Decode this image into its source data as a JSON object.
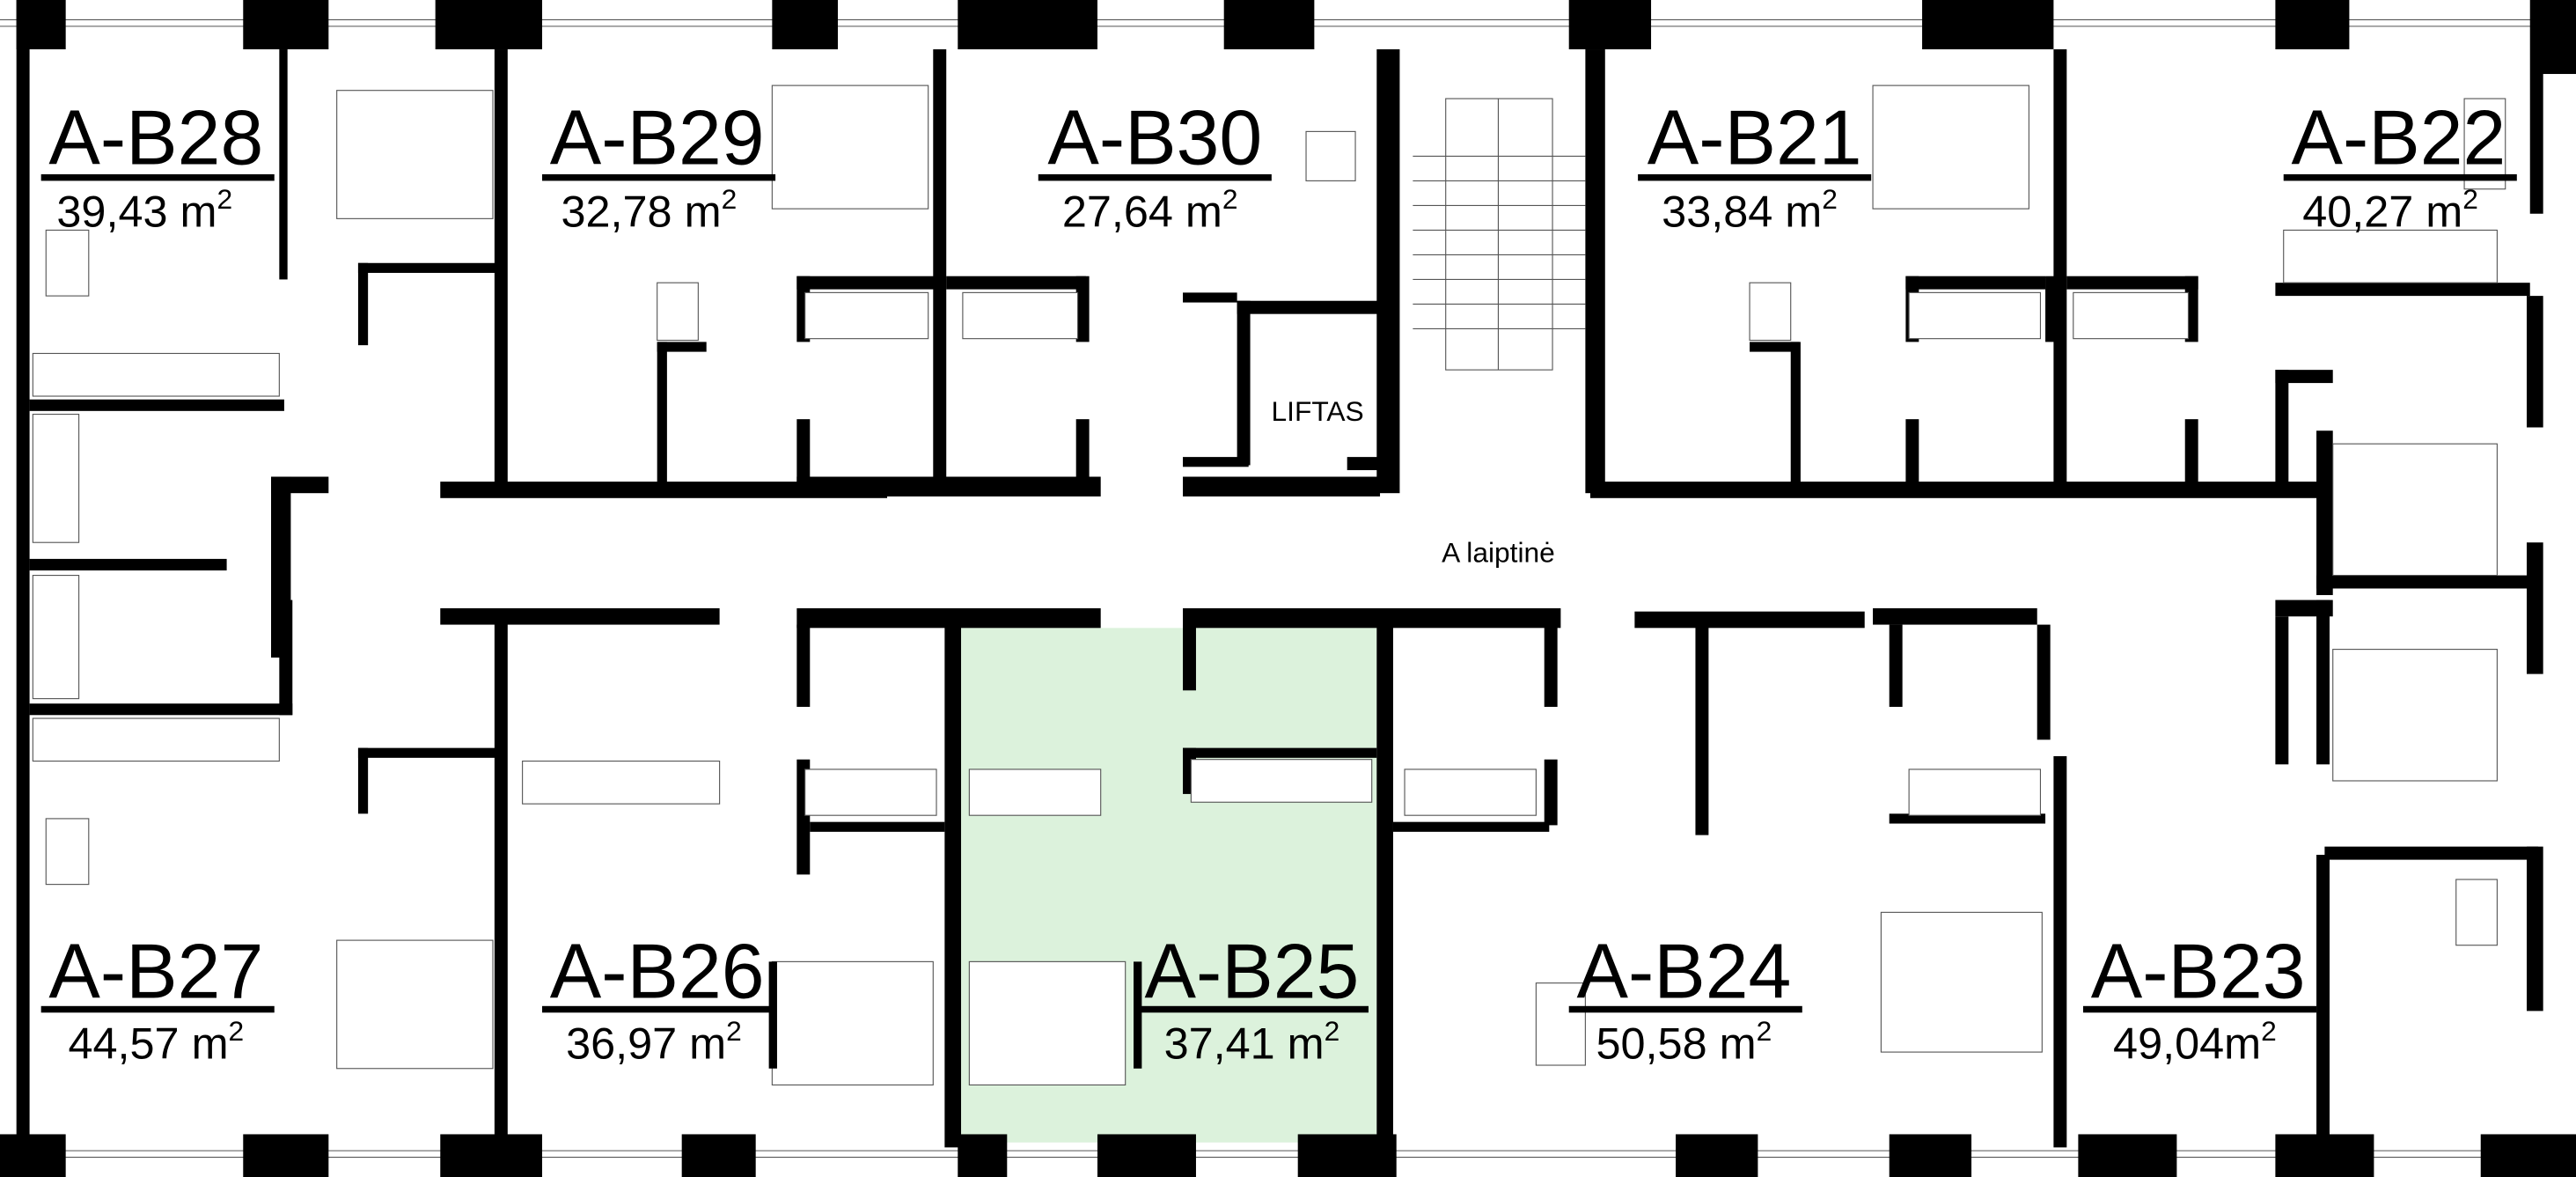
{
  "plan": {
    "highlight_color": "#dcf2dc",
    "corridor_label": "A laiptinė",
    "elevator_label": "LIFTAS",
    "area_unit": "m",
    "area_unit_power": "2",
    "units_top": [
      {
        "code": "A-B28",
        "area": "39,43"
      },
      {
        "code": "A-B29",
        "area": "32,78"
      },
      {
        "code": "A-B30",
        "area": "27,64"
      },
      {
        "code": "A-B21",
        "area": "33,84"
      },
      {
        "code": "A-B22",
        "area": "40,27"
      }
    ],
    "units_bottom": [
      {
        "code": "A-B27",
        "area": "44,57"
      },
      {
        "code": "A-B26",
        "area": "36,97"
      },
      {
        "code": "A-B25",
        "area": "37,41",
        "highlighted": true
      },
      {
        "code": "A-B24",
        "area": "50,58"
      },
      {
        "code": "A-B23",
        "area": "49,04"
      }
    ]
  }
}
